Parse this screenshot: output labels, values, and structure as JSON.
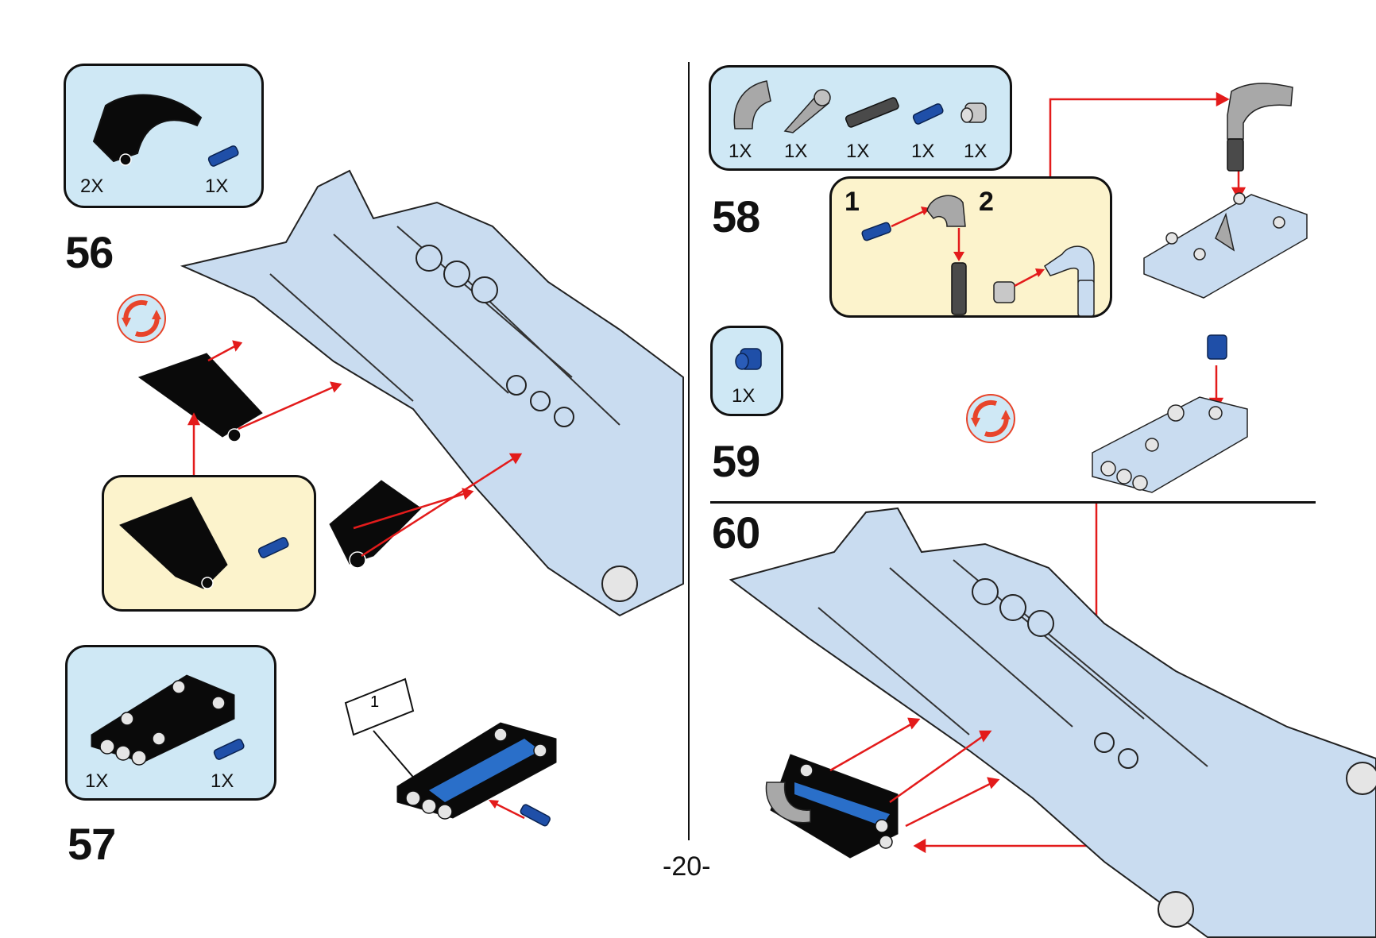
{
  "page": {
    "page_number": "-20-",
    "colors": {
      "parts_box_bg": "#cfe8f5",
      "sub_assembly_bg": "#fcf3cc",
      "arrow": "#e31b1b",
      "model_light_blue": "#c9dcf0",
      "black_part": "#0a0a0a",
      "blue_pin": "#1f4fa8",
      "grey_part": "#a8a8a8"
    }
  },
  "steps": [
    {
      "number": "56",
      "parts": [
        {
          "name": "black-curved-panel",
          "qty": "2X"
        },
        {
          "name": "blue-pin-with-friction",
          "qty": "1X"
        }
      ],
      "rotate_icon": "rotate-model-icon",
      "sub_assembly": "panel-with-pin"
    },
    {
      "number": "57",
      "parts": [
        {
          "name": "black-panel-plate",
          "qty": "1X"
        },
        {
          "name": "blue-pin-with-friction",
          "qty": "1X"
        }
      ],
      "sticker_label": "1"
    },
    {
      "number": "58",
      "parts": [
        {
          "name": "grey-curved-pipe",
          "qty": "1X"
        },
        {
          "name": "grey-horn-connector",
          "qty": "1X"
        },
        {
          "name": "dark-grey-axle-pin",
          "qty": "1X"
        },
        {
          "name": "blue-pin-with-friction",
          "qty": "1X"
        },
        {
          "name": "grey-bush",
          "qty": "1X"
        }
      ],
      "sub_steps": [
        "1",
        "2"
      ]
    },
    {
      "number": "59",
      "parts": [
        {
          "name": "blue-bush",
          "qty": "1X"
        }
      ],
      "rotate_icon": "rotate-model-icon"
    },
    {
      "number": "60",
      "parts": []
    }
  ]
}
